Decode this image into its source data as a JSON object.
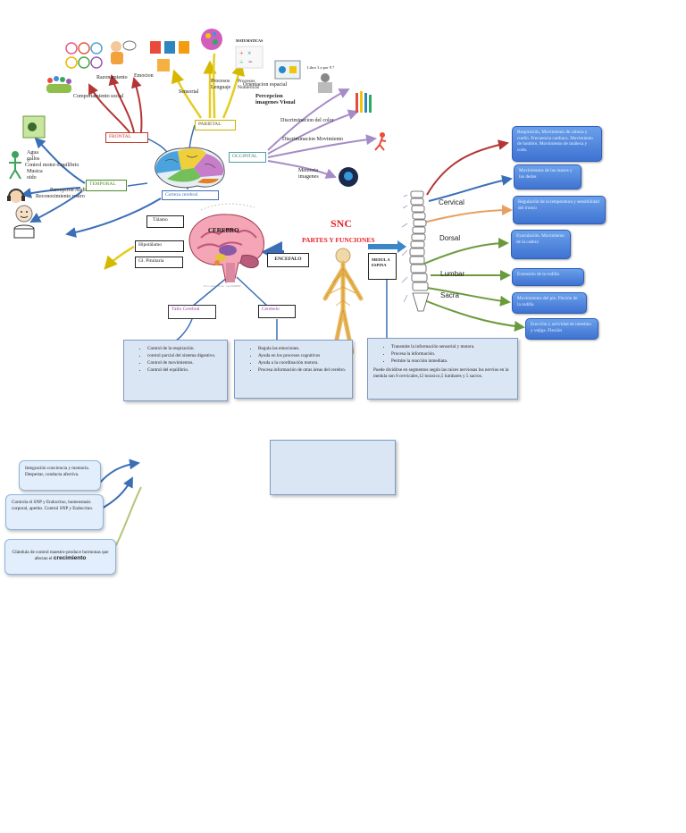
{
  "title": {
    "snc": "SNC",
    "subtitle": "PARTES Y FUNCIONES"
  },
  "lobes": {
    "frontal": "FRONTAL",
    "parietal": "PARIETAL",
    "occipital": "OCCIPITAL",
    "temporal": "TEMPORAL",
    "cortex": "Corteza cerebral"
  },
  "frontal_labels": {
    "razonamiento": "Razonamiento",
    "emocion": "Emocion",
    "comportamiento": "Comportamiento social"
  },
  "parietal_labels": {
    "sensorial": "Sensorial",
    "procesos_lenguaje": "Procesos Lenguaje",
    "procesos_numericos": "Procesos Numericos",
    "matematicas": "MATEMATICAS"
  },
  "occipital_labels": {
    "orientacion": "Orientacion espacial",
    "percepcion": "Percepcion imagenes Visual",
    "discriminacion_color": "Discriminacion del color",
    "discriminacion_mov": "Discriminacion Movimiento",
    "memoria": "Memoria imagenes",
    "libro": "Libro 3 a por 9 7"
  },
  "temporal_labels": {
    "agua": "Agua",
    "gallos": "gallos",
    "control": "Control motor-Equilibrio",
    "musica": "Musica",
    "oido": "oido",
    "percepcion_auditiva": "Percepcion Auditiva",
    "reconocimiento": "Reconocimiento rostro"
  },
  "brain_parts": {
    "cerebro": "CEREBRO",
    "talamo": "Tálamo",
    "hipotalamo": "Hipotálamo",
    "pituitaria": "Gl. Pituitaria",
    "tallo": "Tallo Cerebral",
    "cerebelo": "Cerebelo",
    "encefalo": "ENCEFALO",
    "medula": "MEDUL A ESPINA",
    "watermark": "Foto: Alamy Stock · vsp23098899"
  },
  "tallo_functions": [
    "Control de la respiración.",
    "control parcial del sistema digestivo.",
    "Control de movimientos.",
    "Control del equilibrio."
  ],
  "cerebelo_functions": [
    "Regula las emociones.",
    "Ayuda en los procesos cognitivos",
    "Ayuda a la coordinación motora.",
    "Procesa información de otras áreas del cerebro."
  ],
  "medula_functions": [
    "Transmite la información sensorial y motora.",
    "Procesa la información.",
    "Permite la reacción inmediata."
  ],
  "medula_note": "Puede dividirse en segmentos según las raíces nerviosas  los nervios en la medula son 8 cervicales,12 toraxico,5 lumbares y 5 sacros.",
  "spine": {
    "cervical": "Cervical",
    "dorsal": "Dorsal",
    "lumbar": "Lumbar",
    "sacra": "Sacra"
  },
  "spine_boxes": [
    "Respiración, Movimiento de cabeza y cuello. Frecuencia cardiaca. Movimiento de hombro. Movimiento de muñeca y codo.",
    "Movimientos de las manos y los dedos",
    "Regulación de la temperatura y sensibilidad del tronco",
    "Eyaculación. Movimiento de la cadera",
    "Extensión de la rodilla",
    "Movimientos del pie, Flexión de la rodilla",
    "Erección y actividad de intestino y vejiga. Flexión"
  ],
  "left_boxes": {
    "talamo_box": "Integración conciencia y memoria. Despertar, conducta afectiva.",
    "hipotalamo_box": "Controla el SNP y Endocrino, homeostasis corporal, apetito. Control SNP  y  Endocrino.",
    "pituitaria_box_a": "Glándula de control maestro-produce hormonas que afectan el",
    "pituitaria_box_b": "crecimiento"
  }
}
